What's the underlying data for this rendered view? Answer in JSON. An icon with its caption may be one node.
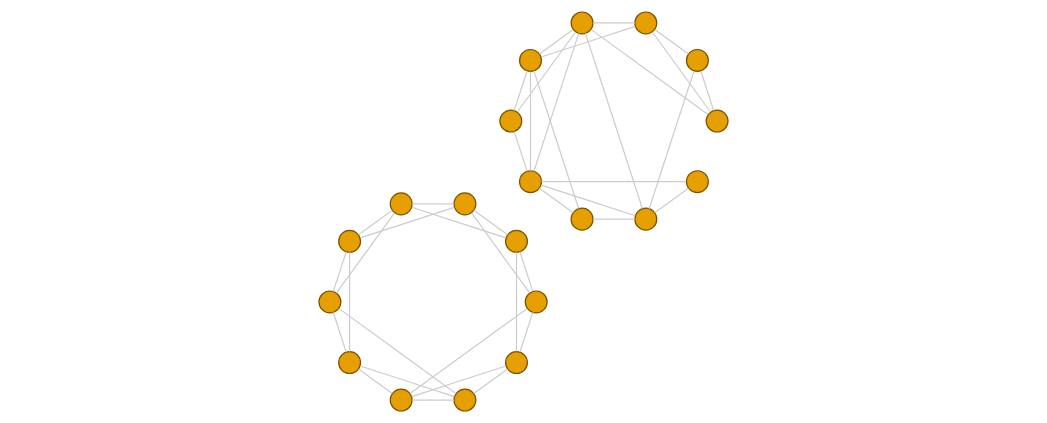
{
  "diagram": {
    "nodes": [
      {
        "text": [],
        "shape": "circle"
      },
      {
        "text": [],
        "shape": "circle"
      },
      {
        "text": [],
        "shape": "circle"
      },
      {
        "text": [],
        "shape": "circle"
      },
      {
        "text": [],
        "shape": "circle"
      },
      {
        "text": [],
        "shape": "circle"
      },
      {
        "text": [],
        "shape": "circle"
      },
      {
        "text": [],
        "shape": "circle"
      },
      {
        "text": [],
        "shape": "circle"
      },
      {
        "text": [],
        "shape": "circle"
      },
      {
        "text": [],
        "shape": "circle"
      },
      {
        "text": [],
        "shape": "circle"
      },
      {
        "text": [],
        "shape": "circle"
      },
      {
        "text": [],
        "shape": "circle"
      },
      {
        "text": [],
        "shape": "circle"
      },
      {
        "text": [],
        "shape": "circle"
      },
      {
        "text": [],
        "shape": "circle"
      },
      {
        "text": [],
        "shape": "circle"
      },
      {
        "text": [],
        "shape": "circle"
      },
      {
        "text": [],
        "shape": "circle"
      }
    ],
    "edges": [
      {
        "from": 0,
        "to": 1,
        "arrow": "none"
      },
      {
        "from": 0,
        "to": 2,
        "arrow": "none"
      },
      {
        "from": 1,
        "to": 2,
        "arrow": "none"
      },
      {
        "from": 1,
        "to": 3,
        "arrow": "none"
      },
      {
        "from": 2,
        "to": 3,
        "arrow": "none"
      },
      {
        "from": 2,
        "to": 4,
        "arrow": "none"
      },
      {
        "from": 3,
        "to": 4,
        "arrow": "none"
      },
      {
        "from": 3,
        "to": 5,
        "arrow": "none"
      },
      {
        "from": 4,
        "to": 5,
        "arrow": "none"
      },
      {
        "from": 4,
        "to": 6,
        "arrow": "none"
      },
      {
        "from": 5,
        "to": 6,
        "arrow": "none"
      },
      {
        "from": 5,
        "to": 7,
        "arrow": "none"
      },
      {
        "from": 6,
        "to": 7,
        "arrow": "none"
      },
      {
        "from": 6,
        "to": 8,
        "arrow": "none"
      },
      {
        "from": 7,
        "to": 8,
        "arrow": "none"
      },
      {
        "from": 7,
        "to": 9,
        "arrow": "none"
      },
      {
        "from": 8,
        "to": 9,
        "arrow": "none"
      },
      {
        "from": 8,
        "to": 0,
        "arrow": "none"
      },
      {
        "from": 9,
        "to": 0,
        "arrow": "none"
      },
      {
        "from": 9,
        "to": 1,
        "arrow": "none"
      },
      {
        "from": 10,
        "to": 11,
        "arrow": "none"
      },
      {
        "from": 10,
        "to": 19,
        "arrow": "none"
      },
      {
        "from": 10,
        "to": 18,
        "arrow": "none"
      },
      {
        "from": 10,
        "to": 16,
        "arrow": "none"
      },
      {
        "from": 10,
        "to": 12,
        "arrow": "none"
      },
      {
        "from": 10,
        "to": 13,
        "arrow": "none"
      },
      {
        "from": 11,
        "to": 19,
        "arrow": "none"
      },
      {
        "from": 11,
        "to": 16,
        "arrow": "none"
      },
      {
        "from": 11,
        "to": 15,
        "arrow": "none"
      },
      {
        "from": 11,
        "to": 13,
        "arrow": "none"
      },
      {
        "from": 19,
        "to": 12,
        "arrow": "none"
      },
      {
        "from": 19,
        "to": 16,
        "arrow": "none"
      },
      {
        "from": 19,
        "to": 15,
        "arrow": "none"
      },
      {
        "from": 19,
        "to": 14,
        "arrow": "none"
      },
      {
        "from": 18,
        "to": 12,
        "arrow": "none"
      },
      {
        "from": 12,
        "to": 13,
        "arrow": "none"
      },
      {
        "from": 12,
        "to": 17,
        "arrow": "none"
      },
      {
        "from": 17,
        "to": 14,
        "arrow": "none"
      },
      {
        "from": 17,
        "to": 15,
        "arrow": "none"
      },
      {
        "from": 14,
        "to": 15,
        "arrow": "none"
      }
    ]
  }
}
